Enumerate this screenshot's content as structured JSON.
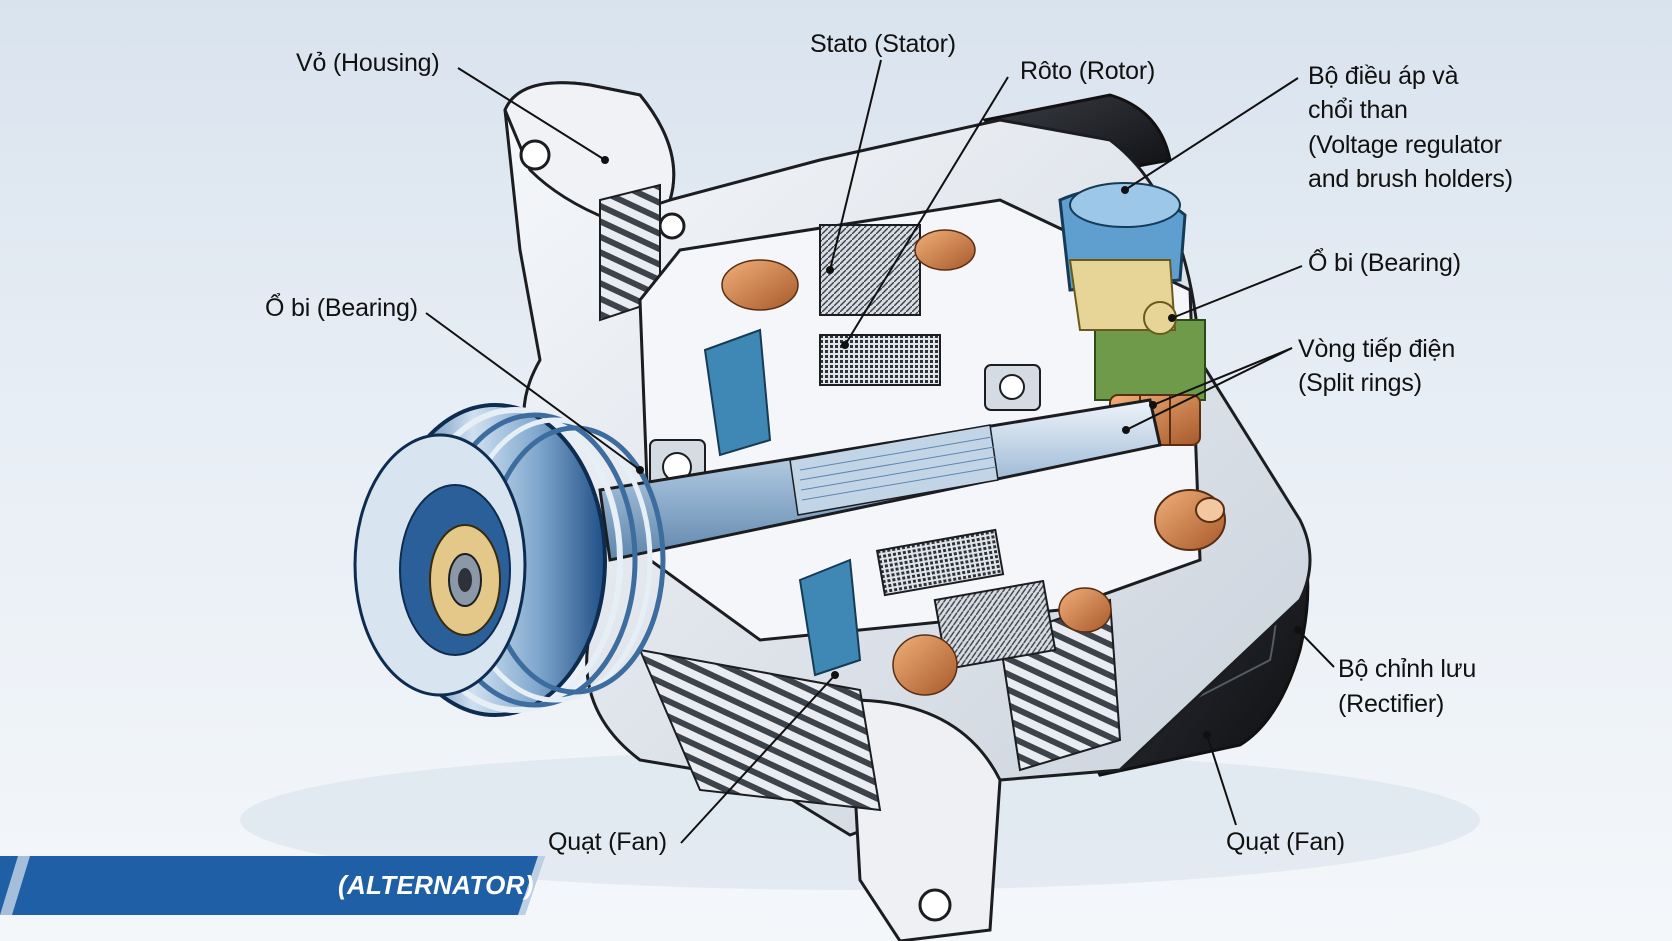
{
  "banner": {
    "title": "(ALTERNATOR)"
  },
  "labels": {
    "housing": "Vỏ (Housing)",
    "stator": "Stato (Stator)",
    "rotor": "Rôto (Rotor)",
    "regulator_line1": "Bộ điều áp và",
    "regulator_line2": "chổi than",
    "regulator_line3": "(Voltage regulator",
    "regulator_line4": "and brush holders)",
    "bearing_left": "Ổ bi (Bearing)",
    "bearing_right": "Ổ bi (Bearing)",
    "split_rings_line1": "Vòng tiếp điện",
    "split_rings_line2": "(Split rings)",
    "rectifier_line1": "Bộ chỉnh lưu",
    "rectifier_line2": "(Rectifier)",
    "fan_front": "Quạt (Fan)",
    "fan_rear": "Quạt (Fan)"
  },
  "colors": {
    "housing": "#e6e9ee",
    "shaft": "#a9c2da",
    "copper": "#c7733a",
    "blue_part": "#3f88b5",
    "green_part": "#6e9a4a",
    "banner": "#1f5fa6"
  }
}
